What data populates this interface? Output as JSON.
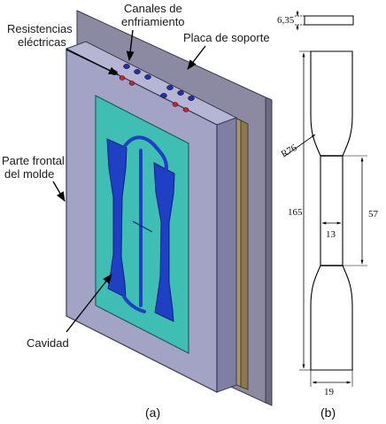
{
  "figure_a": {
    "callouts": {
      "resistencias_line1": "Resistencias",
      "resistencias_line2": "eléctricas",
      "canales_line1": "Canales de",
      "canales_line2": "enfriamiento",
      "placa": "Placa de soporte",
      "frontal_line1": "Parte frontal",
      "frontal_line2": "del molde",
      "cavidad": "Cavidad"
    },
    "caption": "(a)",
    "colors": {
      "support_plate": "#8c8aa3",
      "brass_layer": "#a8956a",
      "front_block": "#a3a3c6",
      "insert": "#3fbfb4",
      "cavity": "#1f3fc4",
      "cooling_channel": "#1f2fb0",
      "heater": "#d81f2a"
    }
  },
  "figure_b": {
    "dimensions": {
      "thickness": "6,35",
      "radius": "R76",
      "overall_length": "165",
      "gauge_length": "57",
      "narrow_width": "13",
      "overall_width": "19"
    },
    "caption": "(b)"
  }
}
